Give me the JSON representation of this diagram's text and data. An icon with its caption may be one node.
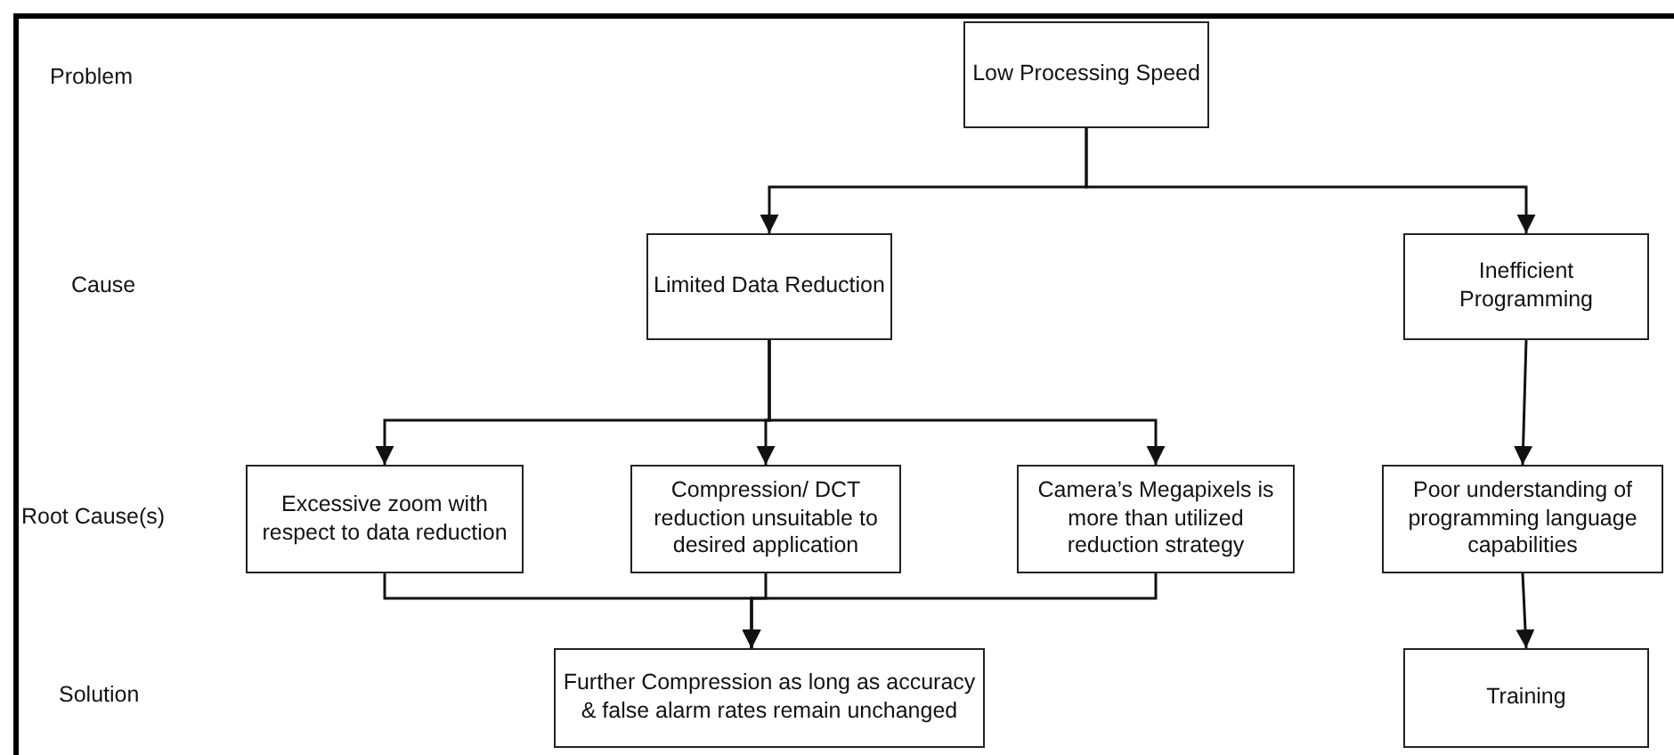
{
  "diagram": {
    "nodes": [
      {
        "text": [
          "Low Processing Speed"
        ]
      },
      {
        "text": [
          "Limited Data Reduction"
        ]
      },
      {
        "text": [
          "Inefficient Programming"
        ]
      },
      {
        "text": [
          "Excessive zoom with respect to data reduction"
        ]
      },
      {
        "text": [
          "Compression/ DCT reduction unsuitable to desired application"
        ]
      },
      {
        "text": [
          "Camera’s Megapixels is more than utilized reduction strategy"
        ]
      },
      {
        "text": [
          "Poor understanding of programming language capabilities"
        ]
      },
      {
        "text": [
          "Further Compression as long as accuracy & false alarm rates remain unchanged"
        ]
      },
      {
        "text": [
          "Training"
        ]
      }
    ],
    "edges": [
      {
        "from": 0,
        "to": 1,
        "arrow": "to"
      },
      {
        "from": 0,
        "to": 2,
        "arrow": "to"
      },
      {
        "from": 1,
        "to": 3,
        "arrow": "to"
      },
      {
        "from": 1,
        "to": 4,
        "arrow": "to"
      },
      {
        "from": 1,
        "to": 5,
        "arrow": "to"
      },
      {
        "from": 2,
        "to": 6,
        "arrow": "to"
      },
      {
        "from": 3,
        "to": 7,
        "arrow": "to"
      },
      {
        "from": 4,
        "to": 7,
        "arrow": "to"
      },
      {
        "from": 5,
        "to": 7,
        "arrow": "to"
      },
      {
        "from": 6,
        "to": 8,
        "arrow": "to"
      }
    ],
    "labels": [
      "Problem",
      "Cause",
      "Root Cause(s)",
      "Solution"
    ]
  }
}
